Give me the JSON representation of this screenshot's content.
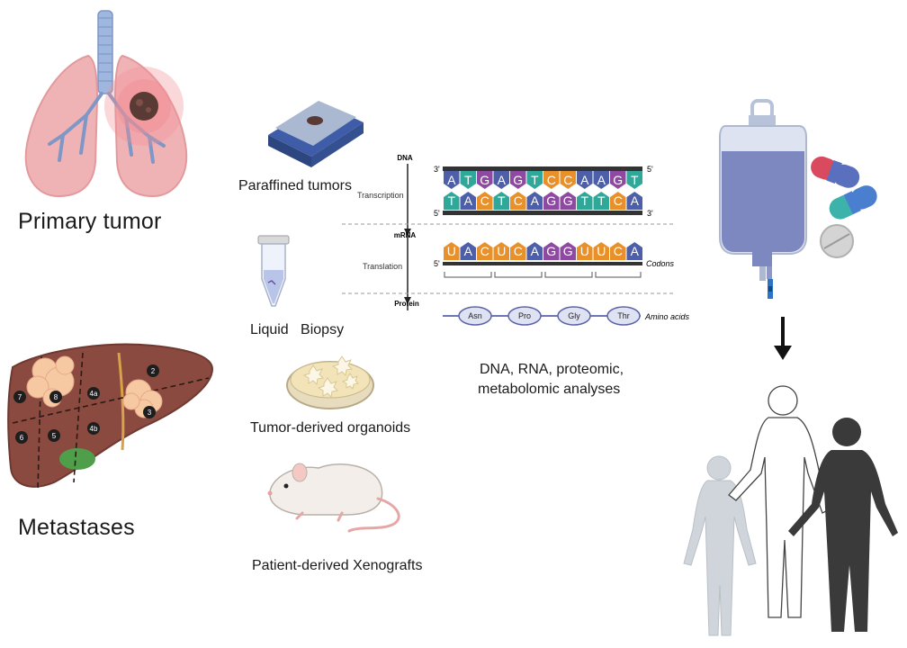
{
  "labels": {
    "primary_tumor": "Primary tumor",
    "metastases": "Metastases",
    "paraffined_tumors": "Paraffined tumors",
    "liquid_biopsy": "Liquid   Biopsy",
    "tumor_organoids": "Tumor-derived organoids",
    "xenografts": "Patient-derived Xenografts",
    "analyses_line1": "DNA, RNA, proteomic,",
    "analyses_line2": "metabolomic analyses"
  },
  "central_dogma": {
    "dna_label": "DNA",
    "mrna_label": "mRNA",
    "protein_label": "Protein",
    "transcription_label": "Transcription",
    "translation_label": "Translation",
    "codons_label": "Codons",
    "amino_acids_label": "Amino acids",
    "strand_end_3": "3'",
    "strand_end_5": "5'",
    "dna_top": [
      "A",
      "T",
      "G",
      "A",
      "G",
      "T",
      "C",
      "C",
      "A",
      "A",
      "G",
      "T"
    ],
    "dna_bottom": [
      "T",
      "A",
      "C",
      "T",
      "C",
      "A",
      "G",
      "G",
      "T",
      "T",
      "C",
      "A"
    ],
    "mrna": [
      "U",
      "A",
      "C",
      "U",
      "C",
      "A",
      "G",
      "G",
      "U",
      "U",
      "C",
      "A"
    ],
    "amino_acids": [
      "Asn",
      "Pro",
      "Gly",
      "Thr"
    ]
  },
  "liver_segments": [
    "2",
    "3",
    "4a",
    "4b",
    "5",
    "6",
    "7",
    "8"
  ],
  "colors": {
    "A": "#4c5fa8",
    "T": "#2fa89a",
    "G": "#8e4aa0",
    "C": "#e8902a",
    "U": "#e8902a",
    "lung": "#f0b3b5",
    "liver": "#8b4a3f",
    "iv_fluid": "#7d88c0"
  }
}
